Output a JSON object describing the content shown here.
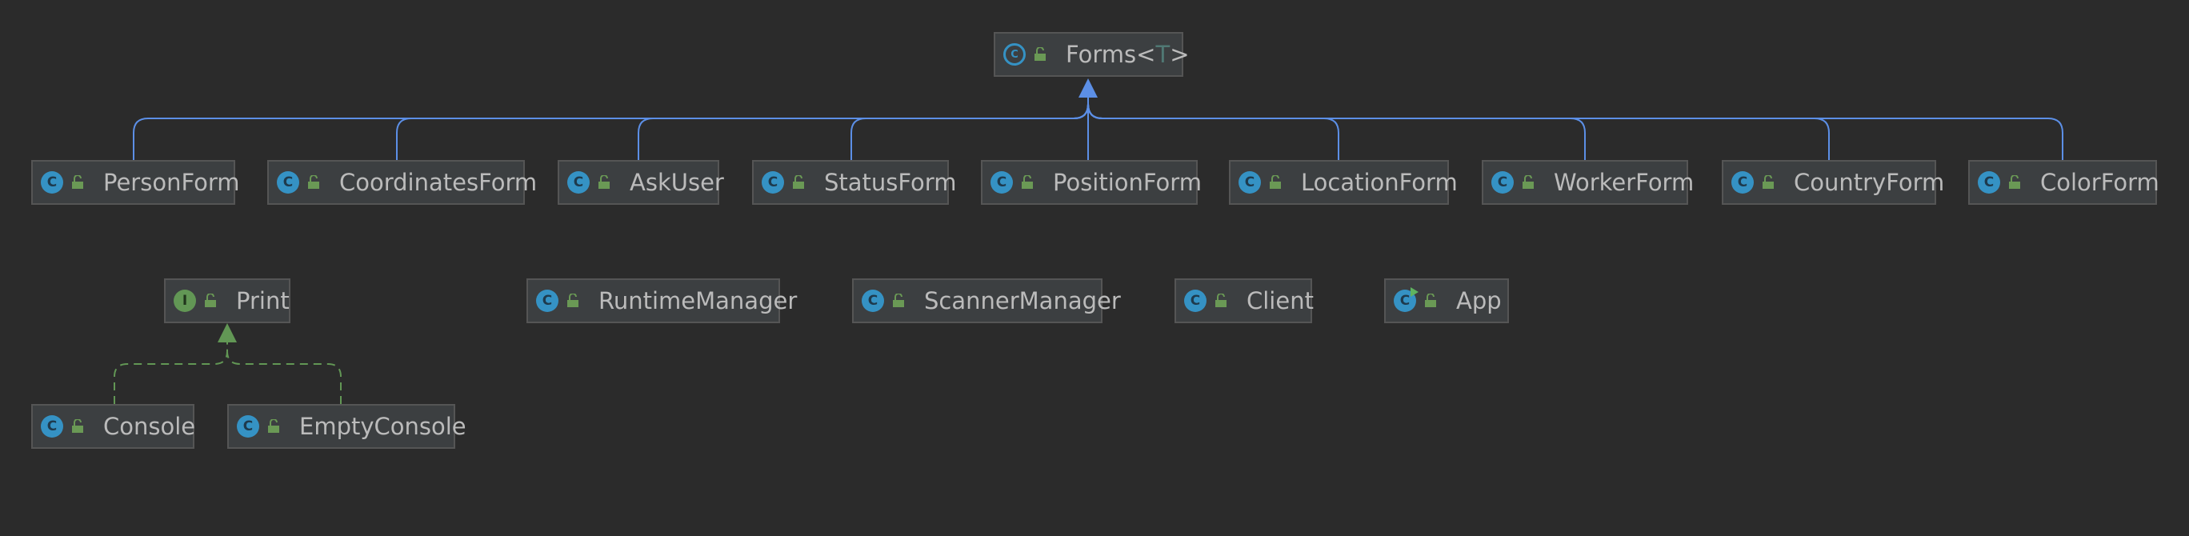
{
  "diagram": {
    "root": {
      "name": "Forms<",
      "type_param": "T",
      "suffix": ">",
      "kind_icon": "abstract-class-icon"
    },
    "subclasses": [
      {
        "name": "PersonForm",
        "kind_icon": "class-icon"
      },
      {
        "name": "CoordinatesForm",
        "kind_icon": "class-icon"
      },
      {
        "name": "AskUser",
        "kind_icon": "class-icon"
      },
      {
        "name": "StatusForm",
        "kind_icon": "class-icon"
      },
      {
        "name": "PositionForm",
        "kind_icon": "class-icon"
      },
      {
        "name": "LocationForm",
        "kind_icon": "class-icon"
      },
      {
        "name": "WorkerForm",
        "kind_icon": "class-icon"
      },
      {
        "name": "CountryForm",
        "kind_icon": "class-icon"
      },
      {
        "name": "ColorForm",
        "kind_icon": "class-icon"
      }
    ],
    "interface": {
      "name": "Print",
      "kind_letter": "I",
      "kind_icon": "interface-icon"
    },
    "implementations": [
      {
        "name": "Console",
        "kind_icon": "class-icon"
      },
      {
        "name": "EmptyConsole",
        "kind_icon": "class-icon"
      }
    ],
    "standalone": [
      {
        "name": "RuntimeManager",
        "kind_icon": "class-icon"
      },
      {
        "name": "ScannerManager",
        "kind_icon": "class-icon"
      },
      {
        "name": "Client",
        "kind_icon": "class-icon"
      },
      {
        "name": "App",
        "kind_icon": "main-class-icon"
      }
    ],
    "class_letter": "C",
    "colors": {
      "background": "#2b2b2b",
      "node_fill": "#3c3f41",
      "node_border": "#555555",
      "text": "#bbbbbb",
      "inheritance_edge": "#5c8fe6",
      "realization_edge": "#629755",
      "class_icon": "#3592c4",
      "interface_icon": "#629755",
      "visibility_icon": "#6a9955"
    }
  }
}
